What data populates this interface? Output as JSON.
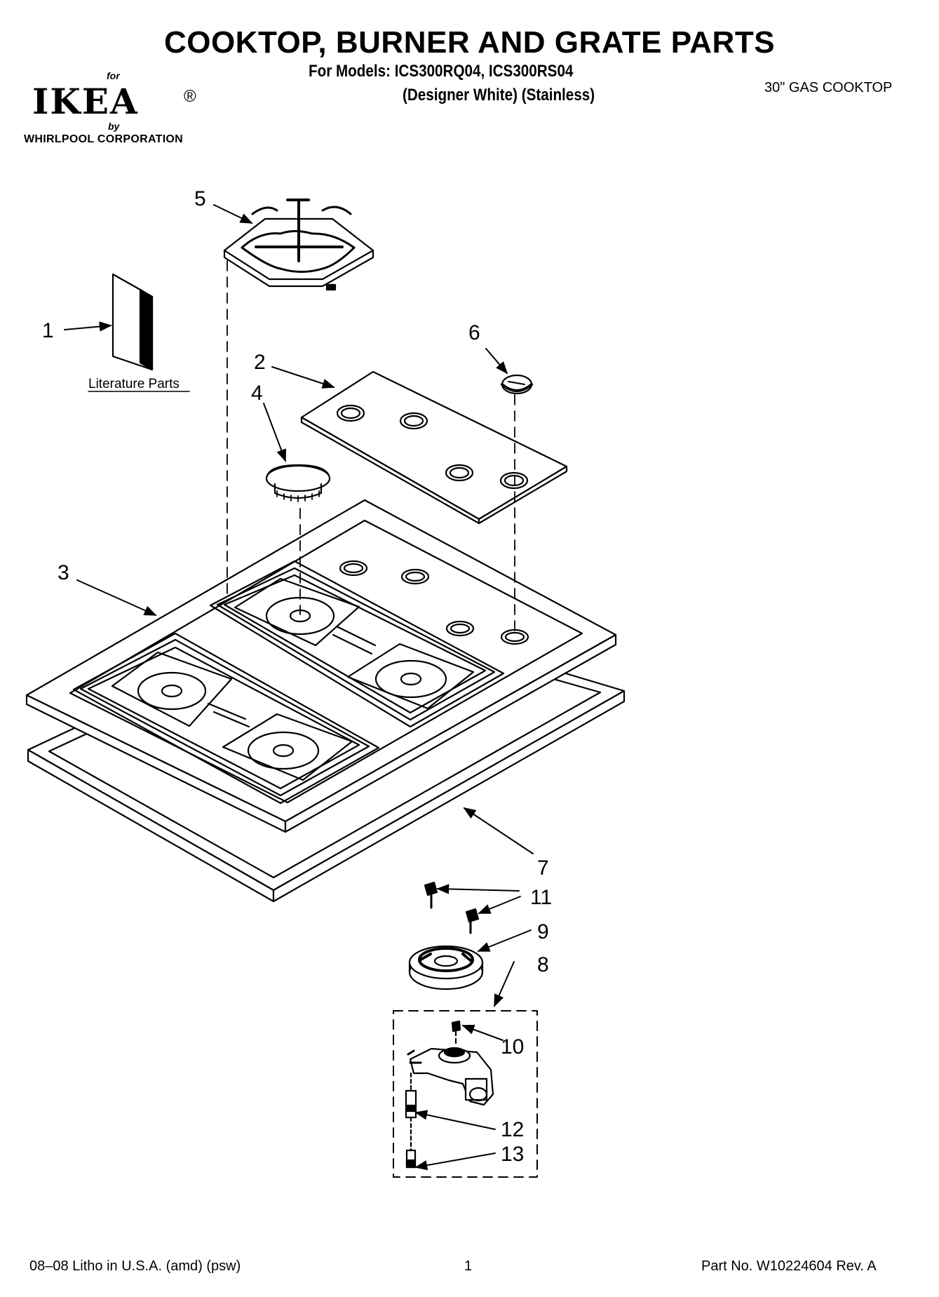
{
  "header": {
    "title": "COOKTOP, BURNER AND GRATE PARTS",
    "models_line": "For Models: ICS300RQ04, ICS300RS04",
    "variants_line": "(Designer White) (Stainless)",
    "product": "30\" GAS COOKTOP"
  },
  "logo": {
    "for_text": "for",
    "brand": "IKEA",
    "registered": "®",
    "by_text": "by",
    "corporation": "WHIRLPOOL  CORPORATION"
  },
  "diagram": {
    "literature_label": "Literature Parts",
    "callouts": [
      "1",
      "2",
      "3",
      "4",
      "5",
      "6",
      "7",
      "8",
      "9",
      "10",
      "11",
      "12",
      "13"
    ]
  },
  "footer": {
    "left": "08–08 Litho in U.S.A. (amd) (psw)",
    "page": "1",
    "right": "Part No. W10224604 Rev. A"
  }
}
